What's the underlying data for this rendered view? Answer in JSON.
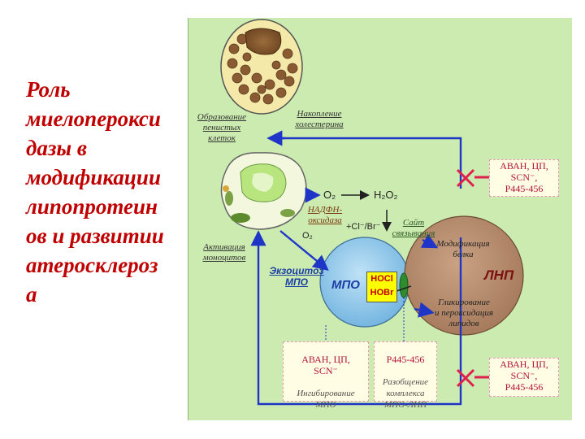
{
  "title": "Роль\nмиелоперокси\nдазы в\nмодификации\nлипопротеин\nов и развитии\nатеросклероз\nа",
  "labels": {
    "foam": "Образование\nпенистых\nклеток",
    "chol": "Накопление\nхолестерина",
    "monocytes": "Активация\nмоноцитов",
    "nadph": "НАДФН-\nоксидаза",
    "binding": "Сайт\nсвязывания",
    "protein_mod": "Модификация\nбелка",
    "glycation": "Гликирование\nи пероксидация\nлипидов",
    "exocytosis": "Экзоцитоз\nМПО"
  },
  "chem": {
    "o2_radical": "O₂",
    "h2o2": "H₂O₂",
    "o2": "O₂",
    "halide": "+Cl⁻/Br⁻",
    "hocl": "HOCl\nHOBr"
  },
  "mpo": "МПО",
  "ldl": "ЛНП",
  "boxes": {
    "top_right": "АВАН, ЦП,\nSCN⁻,\nP445-456",
    "bottom_right": "АВАН, ЦП,\nSCN⁻,\nP445-456",
    "inhibit_title": "АВАН, ЦП,\nSCN⁻",
    "inhibit_text": "Ингибирование\nМПО",
    "uncouple_title": "P445-456",
    "uncouple_text": "Разобщение\nкомплекса\nМПО-ЛНП"
  },
  "colors": {
    "panel": "#ccebb0",
    "arrow": "#1f35c8",
    "block": "#e0204d",
    "title": "#c00000"
  }
}
